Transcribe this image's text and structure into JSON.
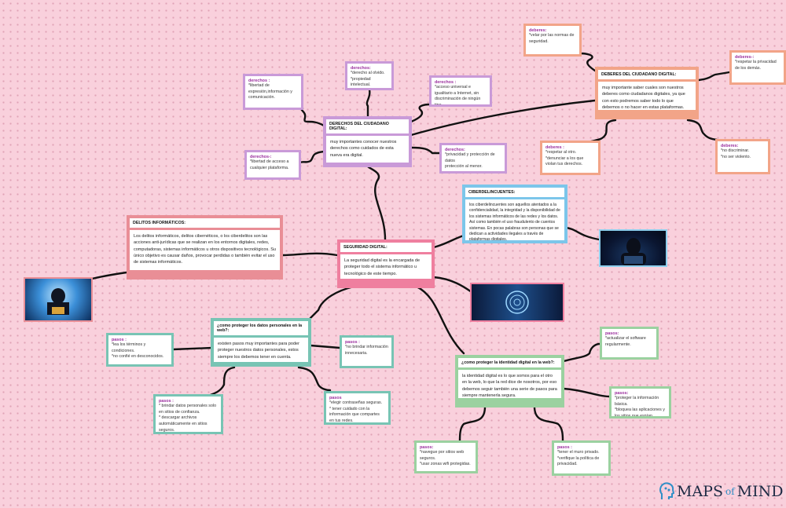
{
  "colors": {
    "background": "#f9d0dc",
    "derechos": "#c99ad8",
    "deberes": "#f2a488",
    "ciber": "#7cc6ea",
    "delitos": "#e98e96",
    "seguridad": "#ef7f9f",
    "datos": "#78c4b4",
    "identidad": "#9bd1a0"
  },
  "central": {
    "seguridad": {
      "title": "SEGURIDAD DIGITAL:",
      "body": "La seguridad digital es la encargada de proteger todo el sistema informático u tecnológico de este tiempo."
    },
    "derechos": {
      "title": "DERECHOS DEL CIUDADANO DIGITAL:",
      "body": " muy importantes conocer nuestros derechos como cuidados de esta nueva era digital."
    },
    "deberes": {
      "title": "DEBERES DEL CIUDADANO DIGITAL:",
      "body": " muy importante saber cuales son nuestros deberes como ciudadanos digitales, ya que con esto podremos saber todo lo que debemos o no hacer en estas plataformas."
    },
    "ciber": {
      "title": "CIBERDELINCUENTES:",
      "body": "los ciberdelincuentes son aquellos atentados a la confidencialidad, la integridad y la disponibilidad de los sistemas informáticos de las redes y los datos. Así como también el uso fraudulento de cuentos sistemas. En pocas palabras son personas que se dedican a actividades ilegales a través de plataformas digitales."
    },
    "delitos": {
      "title": "DELITOS INFORMÁTICOS:",
      "body": "Los delitos informáticos, delitos cibernéticos, o los ciberdelitos son las acciones anti-jurídicas que se realizan en los entornos digitales, redes, computadoras, sistemas informáticos u otros dispositivos tecnológicos. Su único objetivo es causar daños, provocar perdidas o también evitar el uso de sistemas informáticos."
    },
    "datos": {
      "title": "¿como proteger los datos personales en la web?:",
      "body": "  existen pasos muy importantes para poder proteger nuestros datos personales, estos siempre los debemos tener en cuenta."
    },
    "identidad": {
      "title": "¿como proteger la identidad digital en la web?:",
      "body": " la identidad digital es lo que somos para el otro en la web, lo que la red dice de nosotros, por eso debemos seguir también una serie de pasos para siempre mantenerla segura."
    }
  },
  "leaves": {
    "der1": {
      "label": "derechos :",
      "text": "*libertad de expresión,información y comunicación."
    },
    "der2": {
      "label": "derechos:",
      "text": "*derecho al olvido.\n*propiedad intelectual."
    },
    "der3": {
      "label": "derechos :",
      "text": "*acceso universal e igualitario a Internet, sin discriminación de ningún tipo."
    },
    "der4": {
      "label": "derechos-:",
      "text": "*libertad de acceso a cualquier plataforma."
    },
    "der5": {
      "label": "derechos:",
      "text": "*privacidad y protección de datos\nprotección al menor."
    },
    "deb1": {
      "label": "deberes:",
      "text": "*velar por las normas de seguridad."
    },
    "deb2": {
      "label": "deberes-:",
      "text": "*respetar la privacidad de los demás."
    },
    "deb3": {
      "label": "deberes :",
      "text": "*respetar al otro.\n*denunciar a los que violan tus derechos."
    },
    "deb4": {
      "label": "deberes:",
      "text": "*no discriminar.\n*no ser violento."
    },
    "dat1": {
      "label": "pasos :",
      "text": "*lea los términos y condiciones.\n*no confié en desconocidos."
    },
    "dat2": {
      "label": "pasos :",
      "text": "*no brindar información innecesaria."
    },
    "dat3": {
      "label": "pasos :",
      "text": "* brindar datos personales solo en sitios de confianza.\n* descargar archivos automáticamente en sitios seguros."
    },
    "dat4": {
      "label": "pasos",
      "text": " *elegir contraseñas seguras.\n* tener cuidado con la información que compartes en tus redes."
    },
    "id1": {
      "label": "pasos:",
      "text": "*actualizar el software regularmente."
    },
    "id2": {
      "label": "pasos:",
      "text": "*proteger la información básica.\n*bloquea las aplicaciones y los sitios que espían."
    },
    "id3": {
      "label": "pasos:",
      "text": "*navegue por sitios web seguros.\n*usar zonas wifi protegidas."
    },
    "id4": {
      "label": "pasos :",
      "text": "*tener el muro privado.\n*verifique la política de privacidad."
    }
  },
  "logo": {
    "text_a": "MAPS",
    "text_b": "of",
    "text_c": "MIND"
  }
}
